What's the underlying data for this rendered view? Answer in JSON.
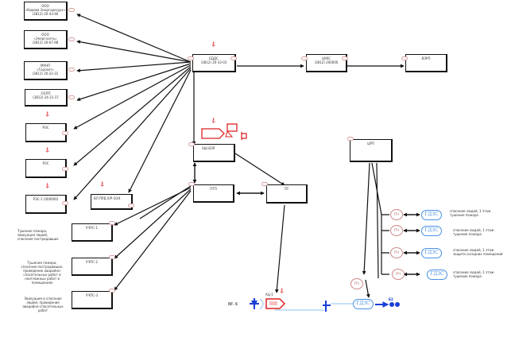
{
  "diagram": {
    "left_column": [
      {
        "line1": "ООО",
        "line2": "«Кирова Энергоресурс»",
        "line3": "(3812) 20-43-46"
      },
      {
        "line1": "ООО",
        "line2": "«Энергосеть»",
        "line3": "(3812) 20-67-98"
      },
      {
        "line1": "МУНП",
        "line2": "«Горсвет»",
        "line3": "(3812) 20-22-31"
      },
      {
        "line1": "ОЭЛП",
        "line2": "(3812) 24-21-17",
        "line3": ""
      },
      {
        "line1": "РЭС",
        "line2": "",
        "line3": ""
      },
      {
        "line1": "РЭС",
        "line2": "",
        "line3": ""
      },
      {
        "line1": "РЭС-1 (000000)",
        "line2": "",
        "line3": ""
      }
    ],
    "dispatch_box": {
      "line1": "ЕДДС",
      "line2": "(3812) 20-33-03"
    },
    "mid_box": {
      "line1": "ЦУКС",
      "line2": "(3812) 200000"
    },
    "right_box": {
      "line1": "ВЭРП"
    },
    "repair_box": {
      "line1": "АШ ВЭР"
    },
    "ftp_box": {
      "line1": "ПТП"
    },
    "pt_box": {
      "line1": "ПТ"
    },
    "sub_box": {
      "line1": "ВЛ ПРД 0/Р-10/4"
    },
    "cpu_box": {
      "line1": "ЦРП"
    },
    "unit_boxes": [
      {
        "line1": "УЧПС-1"
      },
      {
        "line1": "УЧПС-2"
      },
      {
        "line1": "УЧПС-3"
      }
    ],
    "unit_notes": [
      "Тушение пожара, эвакуация людей, спасение пострадавших",
      "Тушение пожара, спасение пострадавших, проведение аварийно-спасательных работ и неотложных работ в помещениях",
      "Эвакуация и спасение людей, проведение аварийно-спасательных работ"
    ],
    "ps_nodes": [
      "ПЧ",
      "ПЧ",
      "ПЧ",
      "ПЧ",
      "ПЧ"
    ],
    "gdzs_label": "ГДЗС",
    "gdzs_notes": [
      "спасение людей, 1 этаж тушение пожара",
      "спасение людей, 1 этаж тушение пожара",
      "спасение людей, 1 этаж защита соседних помещений",
      "спасение людей, 1 этаж тушение пожара"
    ],
    "bottom": {
      "hydrant_label": "ПГ- 5",
      "truck_label": "АЦ-1",
      "nozzle_label": "Б2"
    }
  },
  "colors": {
    "line": "#111111",
    "accent_red": "#dd2222",
    "accent_blue": "#1a3fd6",
    "gdzs_blue": "#4a90e2",
    "pin": "#d9a0a0"
  }
}
